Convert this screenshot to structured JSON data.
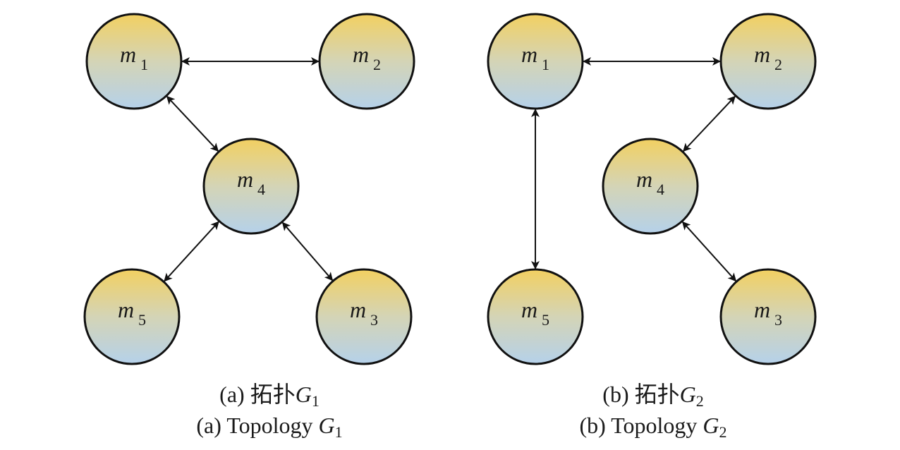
{
  "diagrams": [
    {
      "id": "a",
      "nodes": [
        {
          "id": "m1",
          "var": "m",
          "sub": "1"
        },
        {
          "id": "m2",
          "var": "m",
          "sub": "2"
        },
        {
          "id": "m4",
          "var": "m",
          "sub": "4"
        },
        {
          "id": "m5",
          "var": "m",
          "sub": "5"
        },
        {
          "id": "m3",
          "var": "m",
          "sub": "3"
        }
      ],
      "edges": [
        [
          "m1",
          "m2"
        ],
        [
          "m1",
          "m4"
        ],
        [
          "m4",
          "m5"
        ],
        [
          "m4",
          "m3"
        ]
      ],
      "caption_cn": {
        "prefix": "(a) 拓扑",
        "var": "G",
        "sub": "1"
      },
      "caption_en": {
        "prefix": "(a) Topology ",
        "var": "G",
        "sub": "1"
      }
    },
    {
      "id": "b",
      "nodes": [
        {
          "id": "m1",
          "var": "m",
          "sub": "1"
        },
        {
          "id": "m2",
          "var": "m",
          "sub": "2"
        },
        {
          "id": "m4",
          "var": "m",
          "sub": "4"
        },
        {
          "id": "m5",
          "var": "m",
          "sub": "5"
        },
        {
          "id": "m3",
          "var": "m",
          "sub": "3"
        }
      ],
      "edges": [
        [
          "m1",
          "m2"
        ],
        [
          "m1",
          "m5"
        ],
        [
          "m2",
          "m4"
        ],
        [
          "m4",
          "m3"
        ]
      ],
      "caption_cn": {
        "prefix": "(b) 拓扑",
        "var": "G",
        "sub": "2"
      },
      "caption_en": {
        "prefix": "(b) Topology ",
        "var": "G",
        "sub": "2"
      }
    }
  ],
  "colors": {
    "node_top": "#f2d061",
    "node_bottom": "#b5d1ea",
    "node_stroke": "#111111",
    "edge": "#111111"
  }
}
